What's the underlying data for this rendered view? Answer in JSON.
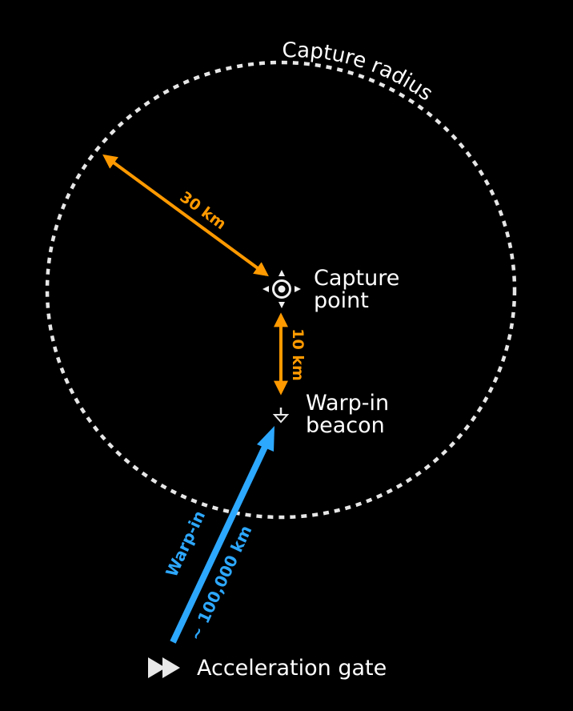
{
  "capture_radius": {
    "label": "Capture radius"
  },
  "capture_point": {
    "label_line1": "Capture",
    "label_line2": "point"
  },
  "warp_in_beacon": {
    "label_line1": "Warp-in",
    "label_line2": "beacon"
  },
  "acceleration_gate": {
    "label": "Acceleration gate"
  },
  "radius_distance": {
    "label": "30 km"
  },
  "beacon_distance": {
    "label": "10 km"
  },
  "warp_in_path": {
    "label_line1": "Warp-in",
    "label_line2": "~ 100,000 km"
  },
  "colors": {
    "background": "#000000",
    "distance": "#ff9a00",
    "warp": "#2da8ff",
    "outline": "#e0e0e0",
    "text": "#ffffff"
  },
  "icons": {
    "capture_point": "crosshair-target-icon",
    "warp_in_beacon": "beacon-icon",
    "acceleration_gate": "fast-forward-icon"
  }
}
